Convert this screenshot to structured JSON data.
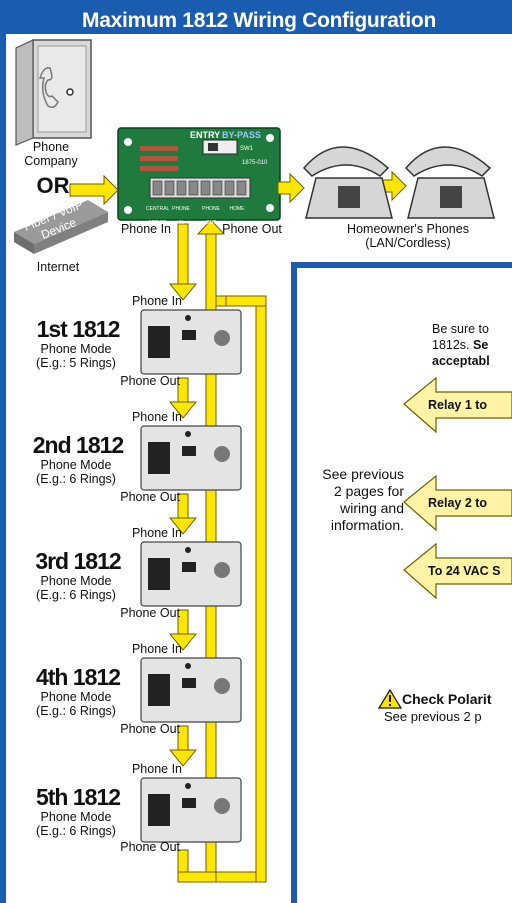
{
  "title": "Maximum 1812 Wiring Configuration",
  "colors": {
    "blue": "#1a5db0",
    "yellow": "#ffe600",
    "green": "#1f7a3d",
    "arrow_fill": "#fff3a6"
  },
  "left": {
    "phone_company": "Phone\nCompany",
    "or": "OR",
    "fiber_device": "Fiber / VoIP\nDevice",
    "internet": "Internet",
    "phone_in_top": "Phone In",
    "phone_out_top": "Phone Out",
    "homeowner_phones": "Homeowner's Phones\n(LAN/Cordless)",
    "board_entry": "ENTRY",
    "board_bypass": "BY-PASS",
    "board_sw": "SW1",
    "board_part": "1875-010",
    "terminal_labels": [
      "CENTRAL\nOFFICE",
      "PHONE\nIN",
      "PHONE\nOUT",
      "HOME"
    ]
  },
  "units": [
    {
      "name": "1st 1812",
      "mode": "Phone Mode\n(E.g.: 5 Rings)",
      "in": "Phone In",
      "out": "Phone Out"
    },
    {
      "name": "2nd 1812",
      "mode": "Phone Mode\n(E.g.: 6 Rings)",
      "in": "Phone In",
      "out": "Phone Out"
    },
    {
      "name": "3rd 1812",
      "mode": "Phone Mode\n(E.g.: 6 Rings)",
      "in": "Phone In",
      "out": "Phone Out"
    },
    {
      "name": "4th 1812",
      "mode": "Phone Mode\n(E.g.: 6 Rings)",
      "in": "Phone In",
      "out": "Phone Out"
    },
    {
      "name": "5th 1812",
      "mode": "Phone Mode\n(E.g.: 6 Rings)",
      "in": "Phone In",
      "out": "Phone Out"
    }
  ],
  "right": {
    "note_line1": "Be sure to",
    "note_line2_pre": "1812s. ",
    "note_line2_bold": "Se",
    "note_line3_bold": "acceptabl",
    "see_previous": "See previous\n2 pages for\nwiring and\ninformation.",
    "relay1": "Relay 1 to",
    "relay2": "Relay 2 to",
    "vac": "To 24 VAC S",
    "check_polarity": "Check Polarit",
    "see_prev2": "See previous 2 p"
  }
}
